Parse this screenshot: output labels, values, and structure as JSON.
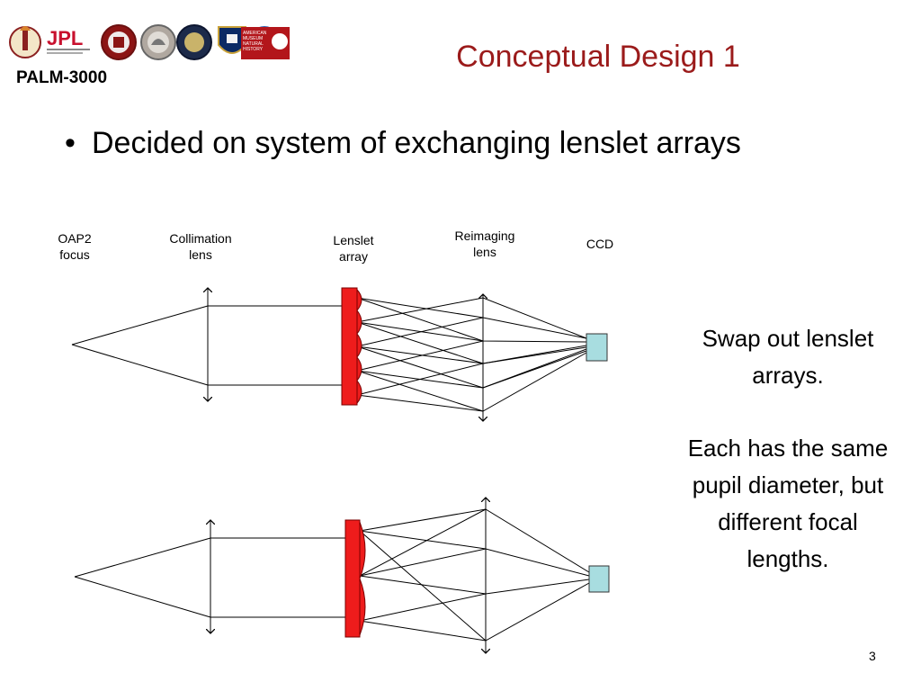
{
  "header": {
    "project_name": "PALM-3000",
    "logos": {
      "items": [
        "jpl-torch-emblem",
        "jpl-logo",
        "caltech-seal",
        "cornell-seal",
        "university-seal",
        "oxford-shield",
        "nsf-logo",
        "american-museum-of-natural-history-logo"
      ],
      "jpl_text": "JPL",
      "amnh_text": "AMERICAN MUSEUM NATURAL HISTORY"
    }
  },
  "slide": {
    "title": "Conceptual Design 1",
    "bullet_symbol": "•",
    "bullet": "Decided on system of exchanging lenslet arrays",
    "page_number": "3"
  },
  "diagram": {
    "labels": {
      "oap2": [
        "OAP2",
        "focus"
      ],
      "collimation": [
        "Collimation",
        "lens"
      ],
      "lenslet": [
        "Lenslet",
        "array"
      ],
      "reimaging": [
        "Reimaging",
        "lens"
      ],
      "ccd": "CCD"
    },
    "colors": {
      "lenslet_array": "#ee1c1c",
      "ccd": "#a8dde0",
      "title": "#9b1b1b",
      "lines": "#000000"
    },
    "top_lenslet_count": 5,
    "bottom_lenslet_count": 2
  },
  "side_text": {
    "paragraph1": "Swap out lenslet arrays.",
    "paragraph2": "Each has the same pupil diameter, but different focal lengths."
  }
}
